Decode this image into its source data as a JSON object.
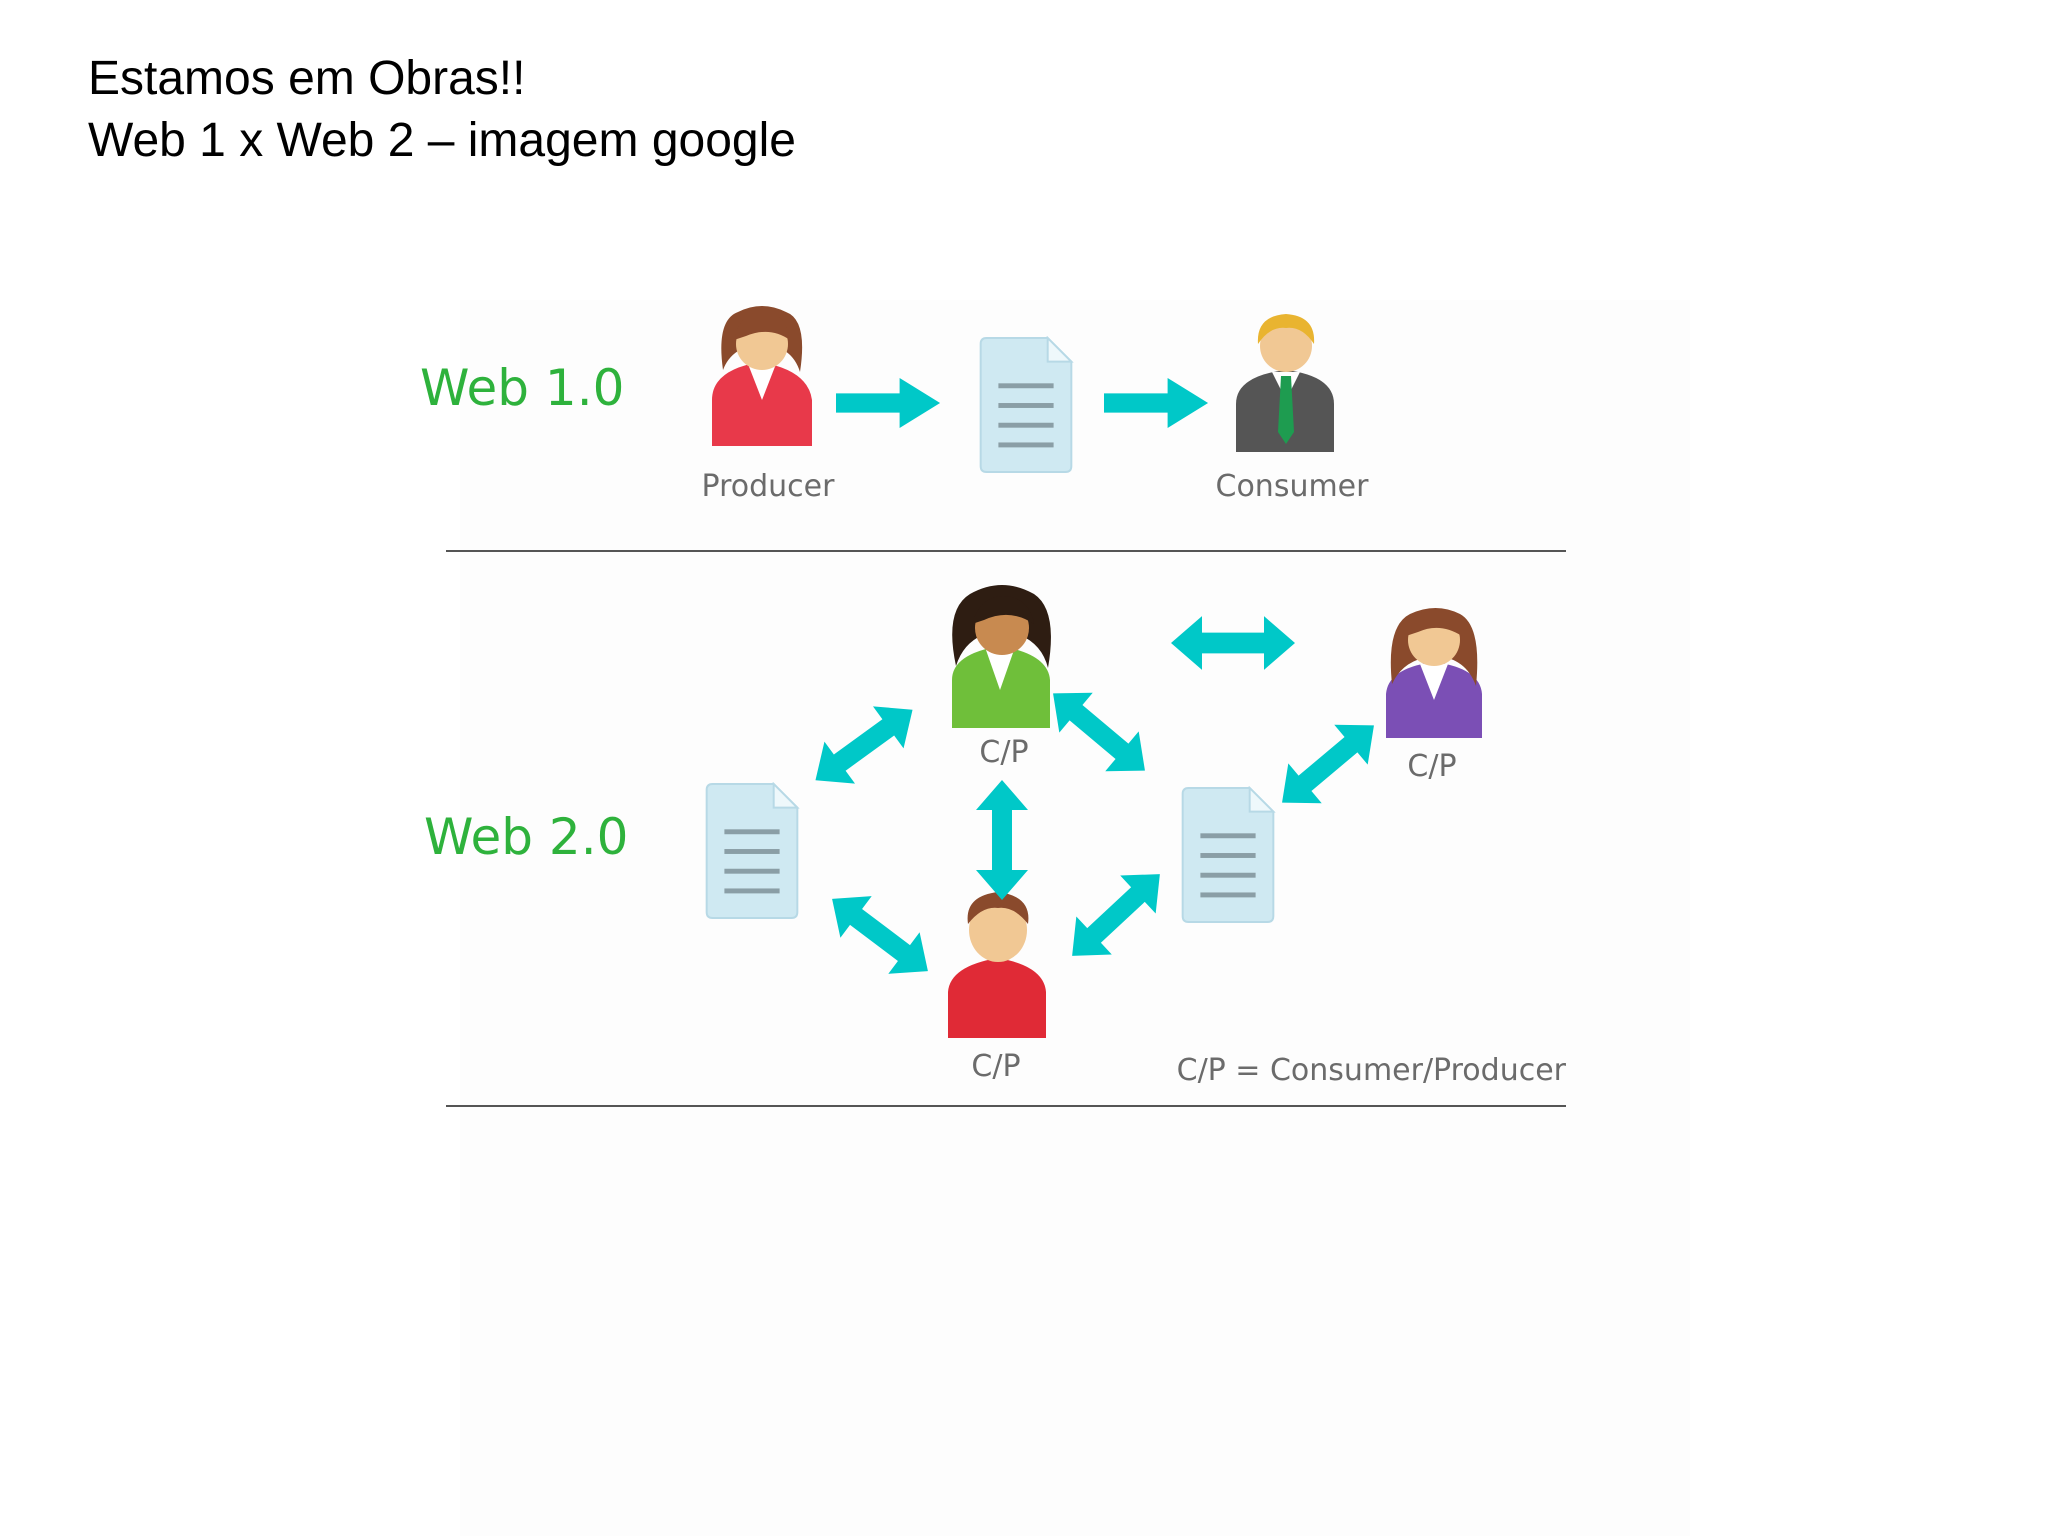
{
  "title": {
    "line1": "Estamos em Obras!!",
    "line2": "Web 1 x Web 2 – imagem google"
  },
  "diagram": {
    "web1": {
      "label": "Web 1.0",
      "producer_label": "Producer",
      "consumer_label": "Consumer"
    },
    "web2": {
      "label": "Web 2.0",
      "cp_top": "C/P",
      "cp_right": "C/P",
      "cp_bottom": "C/P",
      "legend": "C/P = Consumer/Producer"
    },
    "colors": {
      "arrow": "#00c8c8",
      "web_label": "#2eb23c",
      "producer_shirt": "#e8394a",
      "consumer_suit": "#555555",
      "cp_top_shirt": "#6fbf3a",
      "cp_right_shirt": "#7b4fb5",
      "cp_bottom_shirt": "#e02a36",
      "document": "#cfe9f2"
    },
    "icons": [
      "person-producer-icon",
      "document-icon",
      "person-consumer-icon",
      "person-cp-icon",
      "double-arrow-icon"
    ]
  }
}
